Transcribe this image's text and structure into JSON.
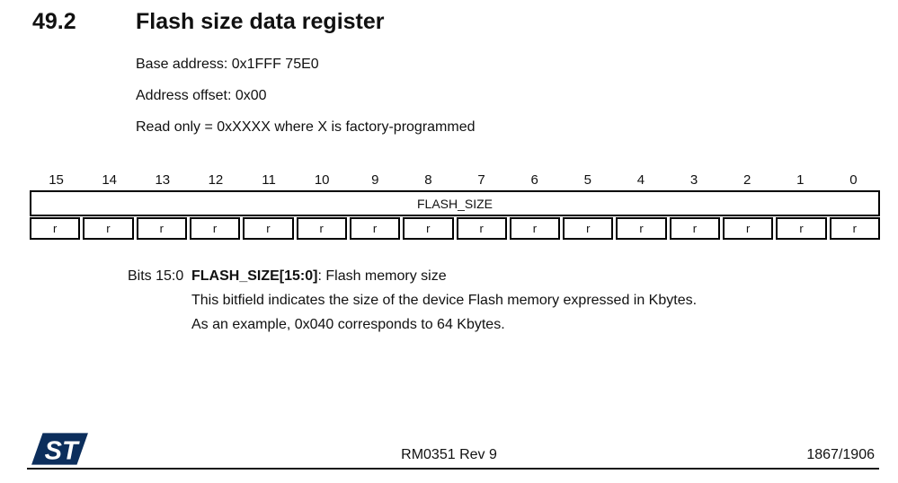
{
  "heading": {
    "section_number": "49.2",
    "section_title": "Flash size data register"
  },
  "intro": {
    "base_address": "Base address: 0x1FFF 75E0",
    "address_offset": "Address offset: 0x00",
    "read_only": "Read only = 0xXXXX where X is factory-programmed"
  },
  "register_table": {
    "bit_labels": [
      "15",
      "14",
      "13",
      "12",
      "11",
      "10",
      "9",
      "8",
      "7",
      "6",
      "5",
      "4",
      "3",
      "2",
      "1",
      "0"
    ],
    "field_name": "FLASH_SIZE",
    "access": [
      "r",
      "r",
      "r",
      "r",
      "r",
      "r",
      "r",
      "r",
      "r",
      "r",
      "r",
      "r",
      "r",
      "r",
      "r",
      "r"
    ]
  },
  "bit_description": {
    "label": "Bits 15:0",
    "field_bold": "FLASH_SIZE[15:0]",
    "field_rest": ": Flash memory size",
    "line2": "This bitfield indicates the size of the device Flash memory expressed in Kbytes.",
    "line3": "As an example, 0x040 corresponds to 64 Kbytes."
  },
  "footer": {
    "doc_ref": "RM0351 Rev 9",
    "page_number": "1867/1906",
    "logo_letters": "ST"
  },
  "colors": {
    "text": "#111111",
    "table_border": "#000000",
    "logo_navy": "#0c2e5c"
  }
}
